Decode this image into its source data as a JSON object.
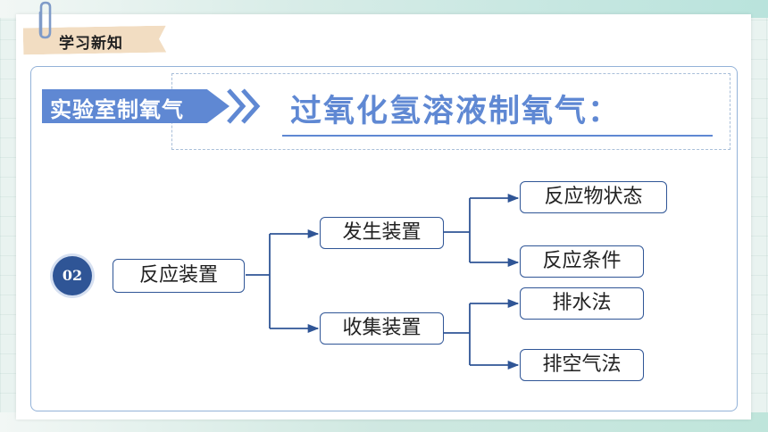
{
  "header": {
    "tag_label": "学习新知"
  },
  "banner": {
    "label": "实验室制氧气"
  },
  "title": {
    "text": "过氧化氢溶液制氧气："
  },
  "diagram": {
    "section_number": "02",
    "root": "反应装置",
    "branches": [
      {
        "label": "发生装置",
        "children": [
          "反应物状态",
          "反应条件"
        ]
      },
      {
        "label": "收集装置",
        "children": [
          "排水法",
          "排空气法"
        ]
      }
    ]
  },
  "colors": {
    "accent": "#5f88d3",
    "dark_blue": "#2f5596",
    "tag_bg": "#f2ddc2",
    "connector": "#2f5596"
  },
  "icons": {
    "clip": "paperclip-icon",
    "arrow": "double-chevron-icon"
  }
}
